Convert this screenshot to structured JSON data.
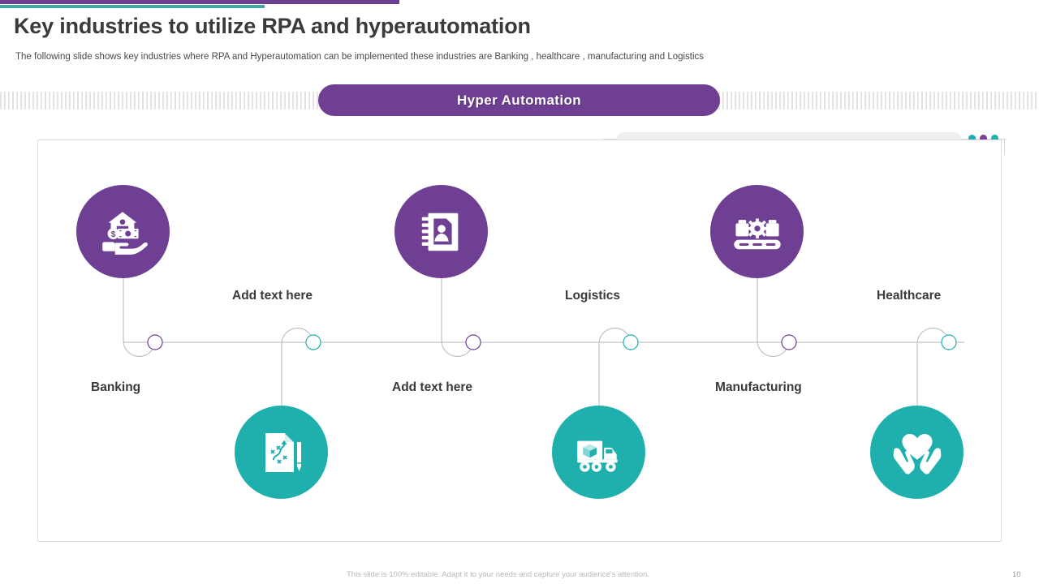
{
  "slide": {
    "title": "Key industries to utilize RPA and hyperautomation",
    "subtitle": "The following slide shows key industries where RPA and Hyperautomation can be implemented  these industries are Banking , healthcare , manufacturing and Logistics",
    "banner_label": "Hyper Automation",
    "footer_note": "This slide is 100% editable. Adapt it to your needs and capture your audience's attention.",
    "page_number": "10"
  },
  "colors": {
    "purple": "#6e3f92",
    "teal": "#1fb0ae",
    "accent_bar_purple": "#6d3f92",
    "accent_bar_teal": "#3fa8a5",
    "text_dark": "#3a3a3c",
    "line_gray": "#b6b6bc"
  },
  "nodes": [
    {
      "id": "banking",
      "label": "Banking",
      "icon": "hand-holding-house-money-icon",
      "color": "purple",
      "position": "top",
      "marker": "purple"
    },
    {
      "id": "add-text-1",
      "label": "Add text here",
      "icon": "document-strategy-pencil-icon",
      "color": "teal",
      "position": "bottom",
      "marker": "teal"
    },
    {
      "id": "add-text-2",
      "label": "Add text here",
      "icon": "contact-book-person-icon",
      "color": "purple",
      "position": "top",
      "marker": "purple"
    },
    {
      "id": "logistics",
      "label": "Logistics",
      "icon": "delivery-truck-box-icon",
      "color": "teal",
      "position": "bottom",
      "marker": "teal"
    },
    {
      "id": "manufacturing",
      "label": "Manufacturing",
      "icon": "conveyor-belt-gear-icon",
      "color": "purple",
      "position": "top",
      "marker": "purple"
    },
    {
      "id": "healthcare",
      "label": "Healthcare",
      "icon": "hands-holding-heart-icon",
      "color": "teal",
      "position": "bottom",
      "marker": "teal"
    }
  ],
  "decoration": {
    "dots": [
      "teal",
      "purple",
      "teal"
    ]
  }
}
